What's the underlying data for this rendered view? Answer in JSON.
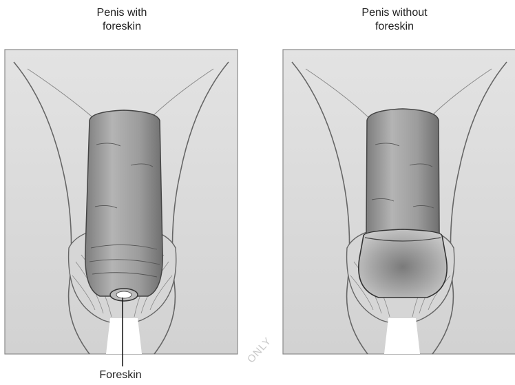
{
  "figure": {
    "left_panel": {
      "title_line1": "Penis with",
      "title_line2": "foreskin"
    },
    "right_panel": {
      "title_line1": "Penis without",
      "title_line2": "foreskin"
    },
    "callout_label": "Foreskin",
    "watermark": "ONLY"
  },
  "colors": {
    "panel_fill": "#dcdcdc",
    "panel_border": "#8a8a8a",
    "shaft_fill": "#9a9a9a",
    "line_color": "#555555"
  }
}
